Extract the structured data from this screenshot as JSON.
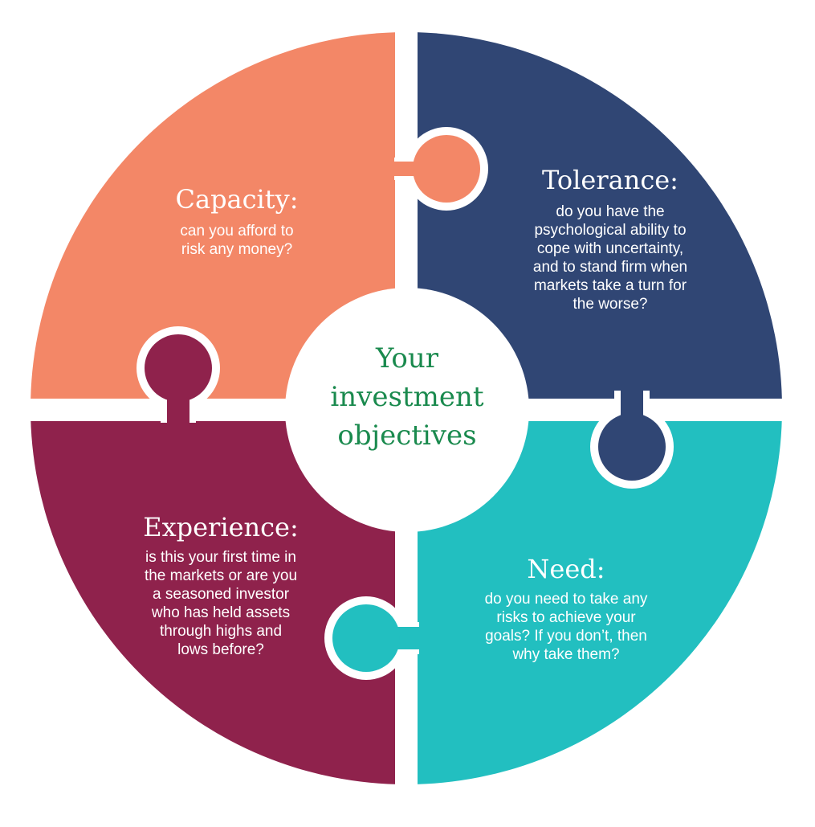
{
  "center": {
    "title": "Your\ninvestment\nobjectives",
    "color": "#1a8a4e"
  },
  "pieces": {
    "capacity": {
      "heading": "Capacity:",
      "text": "can you afford to\nrisk any money?",
      "color": "#f38767"
    },
    "tolerance": {
      "heading": "Tolerance:",
      "text": "do you have the\npsychological ability to\ncope with uncertainty,\nand to stand firm when\nmarkets take a turn for\nthe worse?",
      "color": "#304674"
    },
    "experience": {
      "heading": "Experience:",
      "text": "is this your first time in\nthe markets or are you\na seasoned investor\nwho has held assets\nthrough highs and\nlows before?",
      "color": "#8f224c"
    },
    "need": {
      "heading": "Need:",
      "text": "do you need to take any\nrisks to achieve your\ngoals? If you don’t, then\nwhy take them?",
      "color": "#22bfc0"
    }
  }
}
